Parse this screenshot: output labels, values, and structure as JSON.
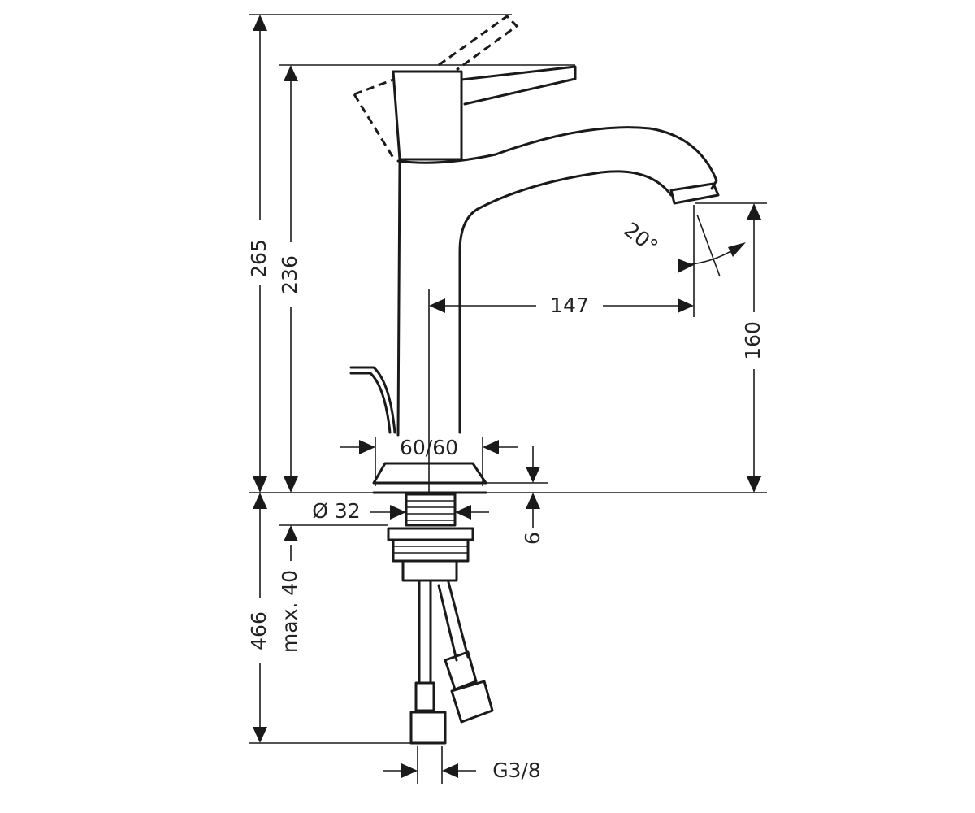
{
  "dimensions": {
    "overall_height": "265",
    "lever_height": "236",
    "spout_reach": "147",
    "angle": "20°",
    "spout_height": "160",
    "base_size": "60/60",
    "thread_diameter": "Ø 32",
    "base_thickness": "6",
    "max_counter_thickness": "max. 40",
    "hose_length": "466",
    "connection_thread": "G3/8"
  },
  "colors": {
    "line": "#1a1a1a",
    "text": "#222222",
    "background": "#ffffff"
  }
}
